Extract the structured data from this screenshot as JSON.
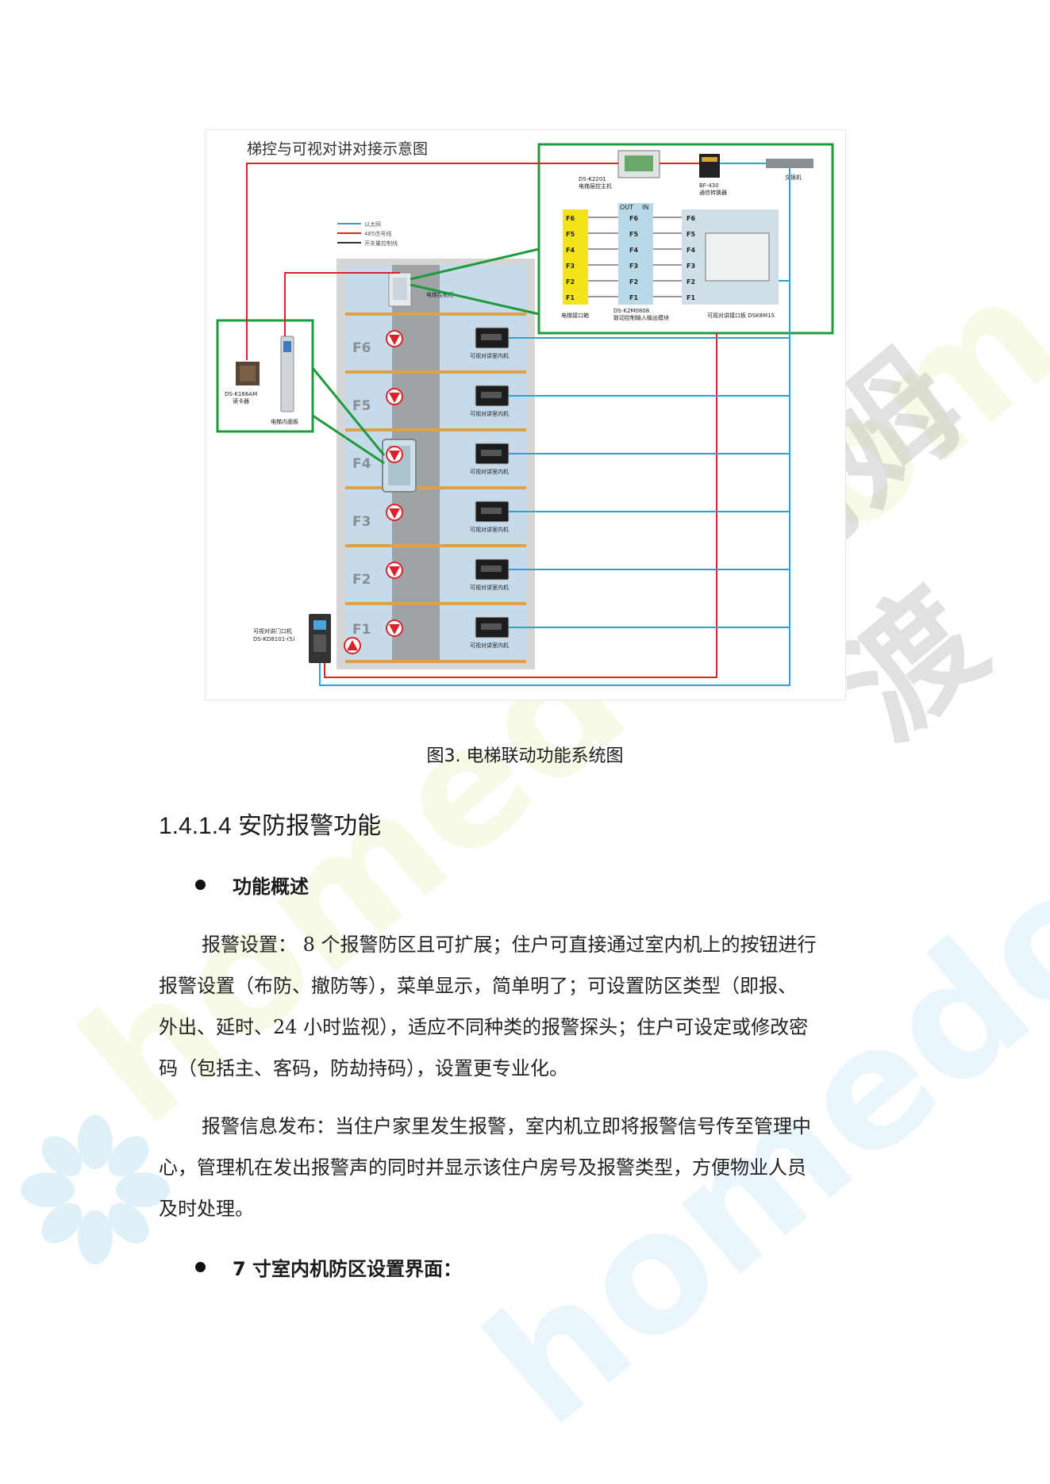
{
  "diagram": {
    "title": "梯控与可视对讲对接示意图",
    "legend": {
      "items": [
        "以太网",
        "485信号线",
        "开关量控制线"
      ],
      "colors": [
        "#29a3dc",
        "#d8232a",
        "#333333"
      ]
    },
    "devices": {
      "controller": "DS-K2201",
      "controller_desc": "电梯层控主机",
      "converter": "BF-430",
      "converter_desc": "通信转换器",
      "switch": "交换机",
      "elevator_port": "电梯接口箱",
      "io_module": "DS-K2M0808",
      "io_module_desc": "联动控制输入输出模块",
      "interface_board": "可视对讲接口板 DSK8M1S",
      "control_cabinet": "电梯控制柜",
      "card_reader": "DS-K166AM",
      "card_reader_desc": "读卡器",
      "car_panel": "电梯内面板",
      "door_station": "可视对讲门口机",
      "door_station_model": "DS-KD8101-(S)",
      "indoor_unit": "可视对讲室内机",
      "out_label": "OUT",
      "in_label": "IN"
    },
    "floors": [
      "F6",
      "F5",
      "F4",
      "F3",
      "F2",
      "F1"
    ]
  },
  "caption": "图3.  电梯联动功能系统图",
  "section_heading": "1.4.1.4  安防报警功能",
  "bullet1": "功能概述",
  "para1_lines": [
    "报警设置： 8 个报警防区且可扩展；住户可直接通过室内机上的按钮进行",
    "报警设置（布防、撤防等），菜单显示，简单明了；可设置防区类型（即报、",
    "外出、延时、24 小时监视），适应不同种类的报警探头；住户可设定或修改密",
    "码（包括主、客码，防劫持码），设置更专业化。"
  ],
  "para2_lines": [
    "报警信息发布：当住户家里发生报警，室内机立即将报警信号传至管理中",
    "心，管理机在发出报警声的同时并显示该住户房号及报警类型，方便物业人员",
    "及时处理。"
  ],
  "bullet2": "7 寸室内机防区设置界面：",
  "watermark": {
    "latin": "homedo.com",
    "cn": "河姆渡"
  }
}
